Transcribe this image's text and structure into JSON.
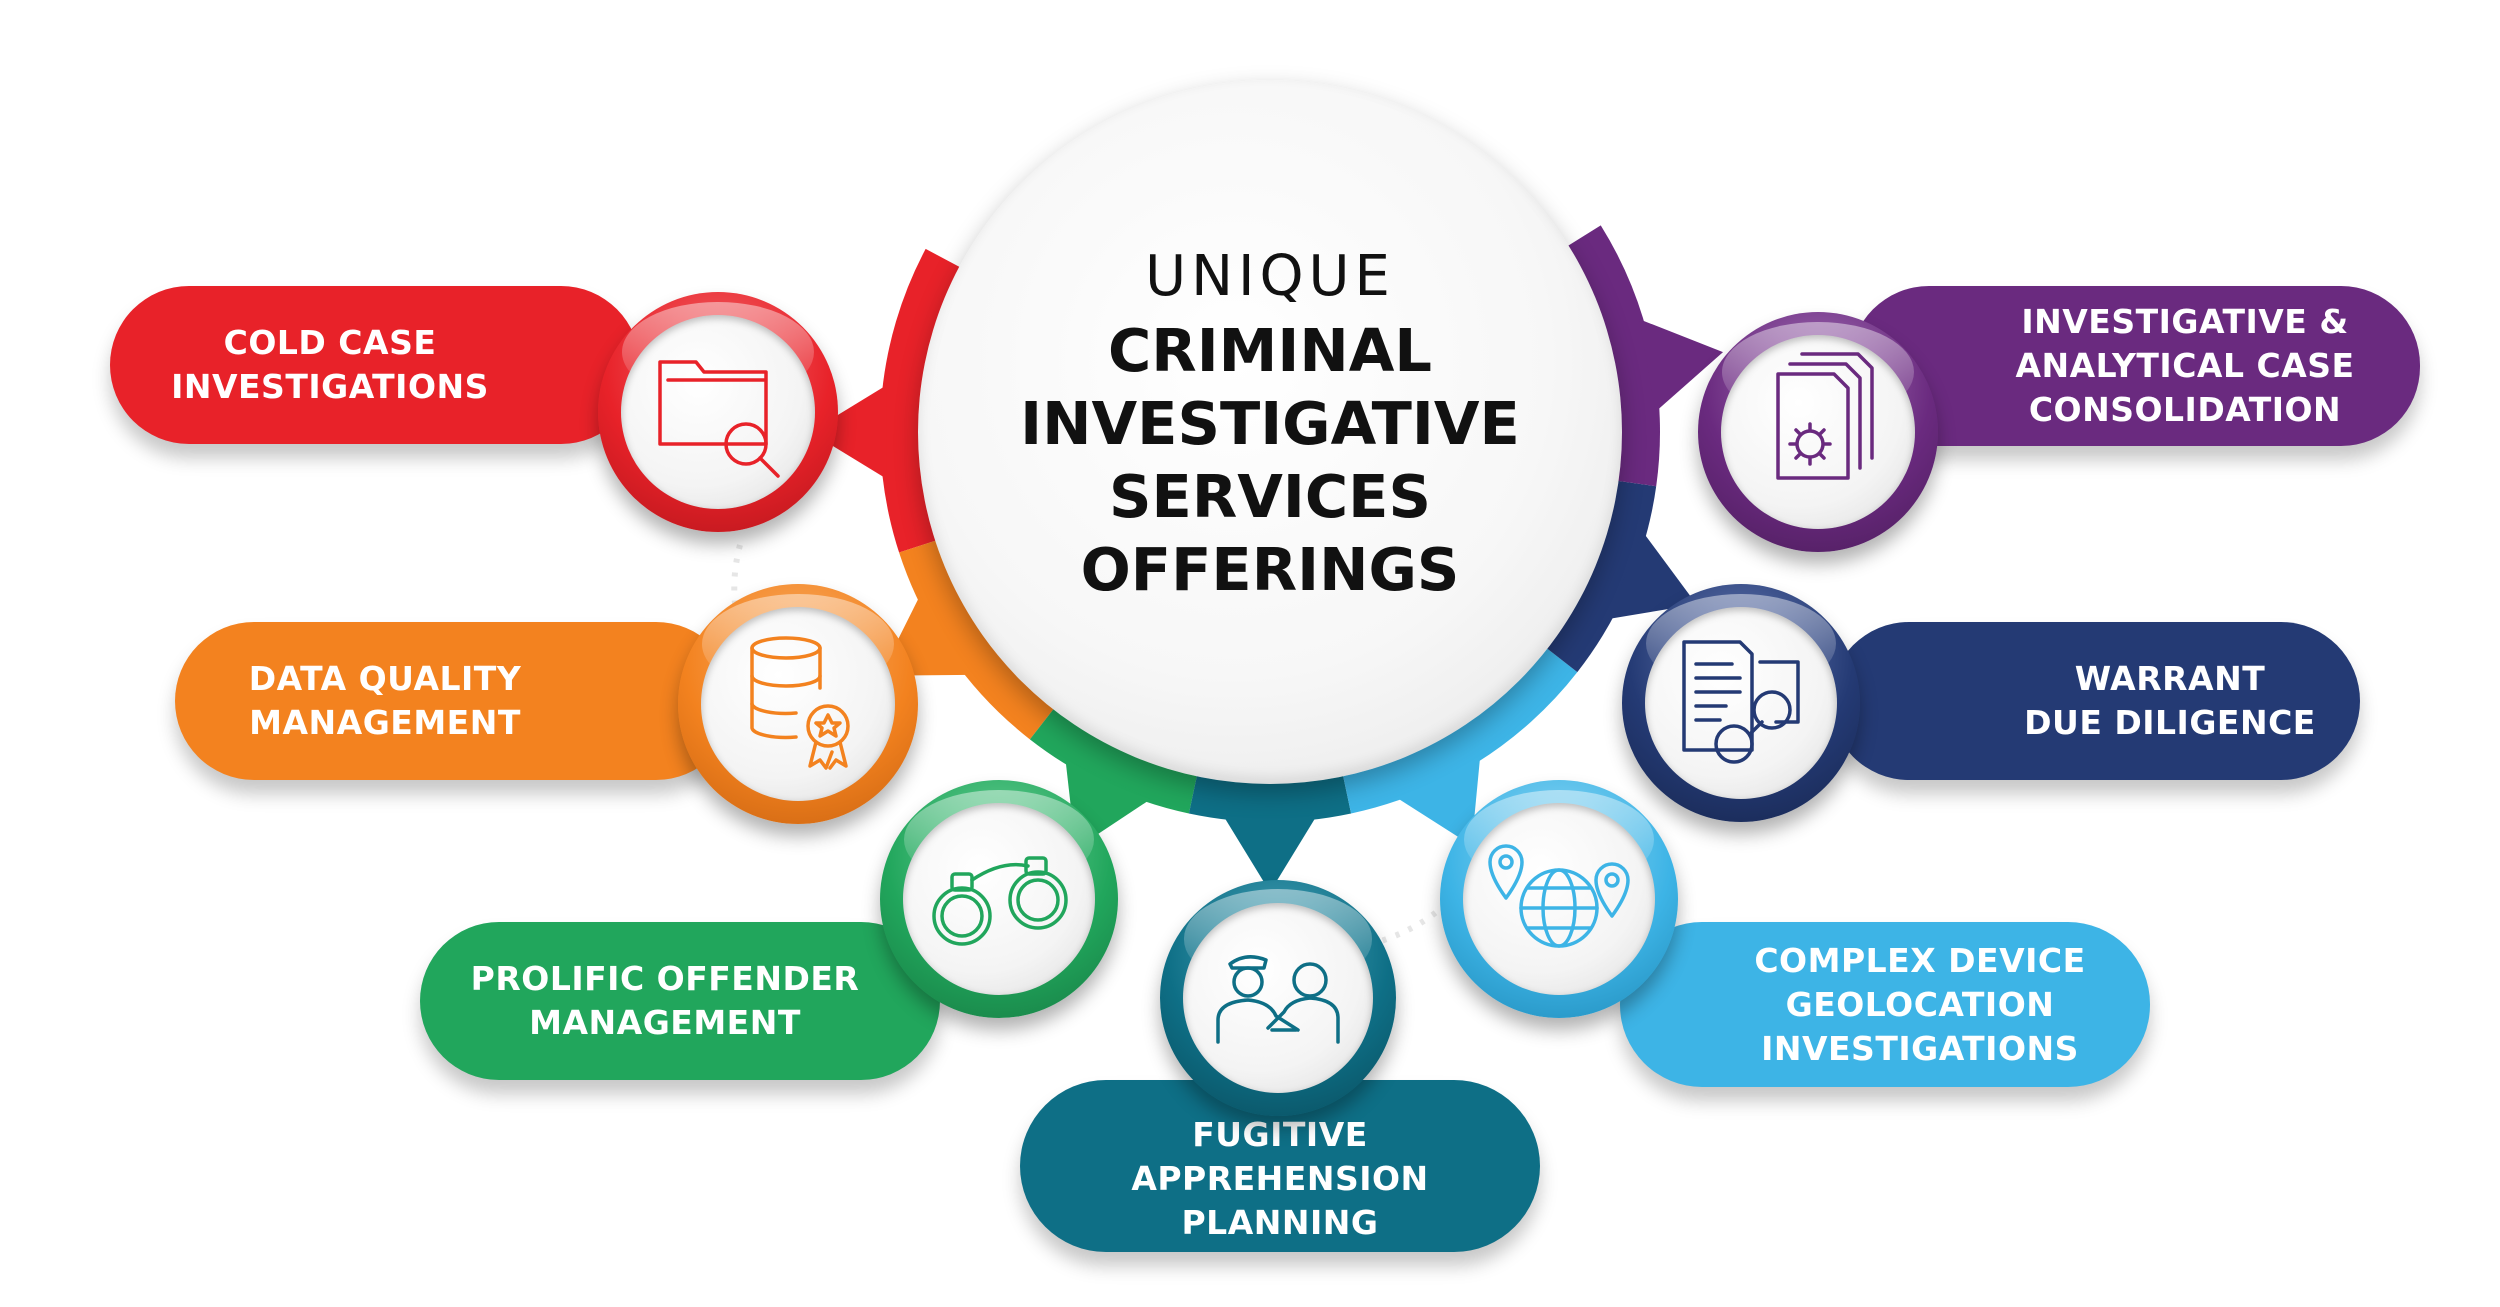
{
  "hub": {
    "kicker": "UNIQUE",
    "title_lines": [
      "CRIMINAL",
      "INVESTIGATIVE",
      "SERVICES",
      "OFFERINGS"
    ]
  },
  "offerings": [
    {
      "id": "cold-case",
      "lines": [
        "COLD CASE",
        "INVESTIGATIONS"
      ],
      "color": "#e82229",
      "icon": "folder-search-icon"
    },
    {
      "id": "data-quality",
      "lines": [
        "DATA QUALITY",
        "MANAGEMENT"
      ],
      "color": "#f3821f",
      "icon": "database-award-icon"
    },
    {
      "id": "prolific-offender",
      "lines": [
        "PROLIFIC OFFENDER",
        "MANAGEMENT"
      ],
      "color": "#21a65c",
      "icon": "handcuffs-icon"
    },
    {
      "id": "fugitive",
      "lines": [
        "FUGITIVE",
        "APPREHENSION",
        "PLANNING"
      ],
      "color": "#0e6f86",
      "icon": "officer-suspect-icon"
    },
    {
      "id": "geolocation",
      "lines": [
        "COMPLEX DEVICE",
        "GEOLOCATION",
        "INVESTIGATIONS"
      ],
      "color": "#3db4e6",
      "icon": "globe-pins-icon"
    },
    {
      "id": "warrant",
      "lines": [
        "WARRANT",
        "DUE DILIGENCE"
      ],
      "color": "#243a74",
      "icon": "document-handcuffs-icon"
    },
    {
      "id": "consolidation",
      "lines": [
        "INVESTIGATIVE &",
        "ANALYTICAL CASE",
        "CONSOLIDATION"
      ],
      "color": "#6a2a7f",
      "icon": "documents-gear-icon"
    }
  ]
}
